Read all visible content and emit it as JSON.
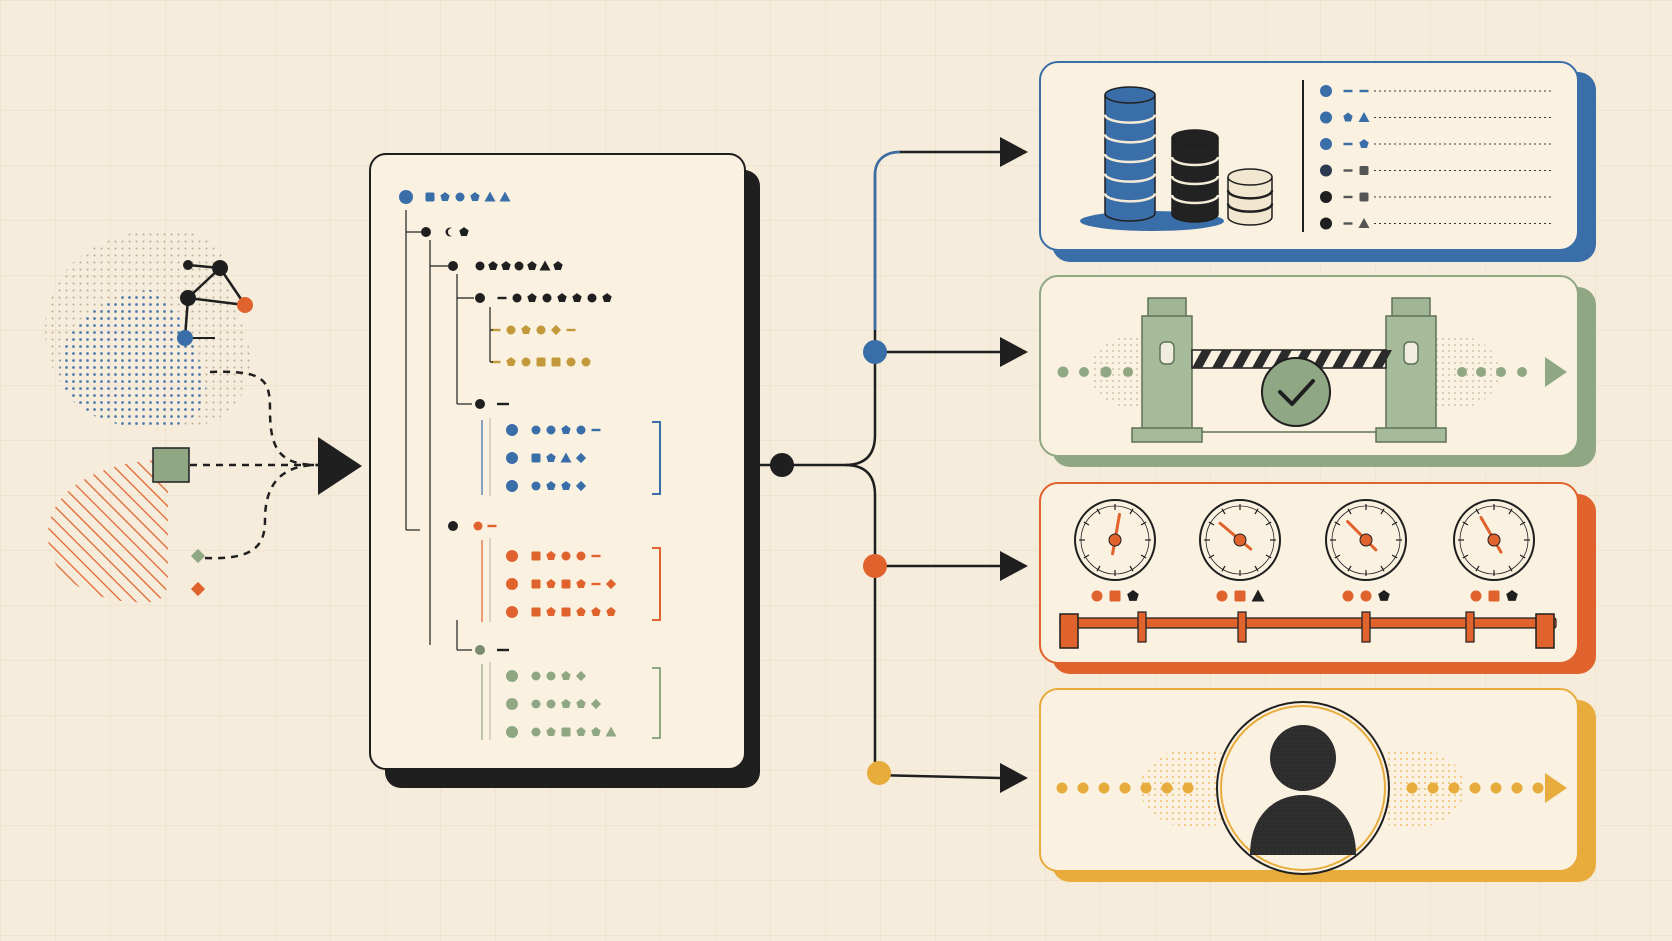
{
  "colors": {
    "background": "#f6ecdb",
    "grid": "#e9dcc6",
    "ink": "#1f1f1f",
    "blue": "#3a6ea8",
    "green": "#8fa883",
    "orange": "#e0622d",
    "yellow": "#e8ac3c",
    "panel": "#faf1e1"
  },
  "icons": {
    "inputs": [
      "graph-network-icon",
      "stipple-blob-icon",
      "hatched-blob-icon",
      "square-node-icon"
    ],
    "panels": [
      "database-stack-icon",
      "barrier-gate-icon",
      "check-icon",
      "gauge-icon",
      "user-avatar-icon"
    ]
  },
  "flow": {
    "branches": [
      "blue",
      "green",
      "orange",
      "yellow"
    ]
  }
}
